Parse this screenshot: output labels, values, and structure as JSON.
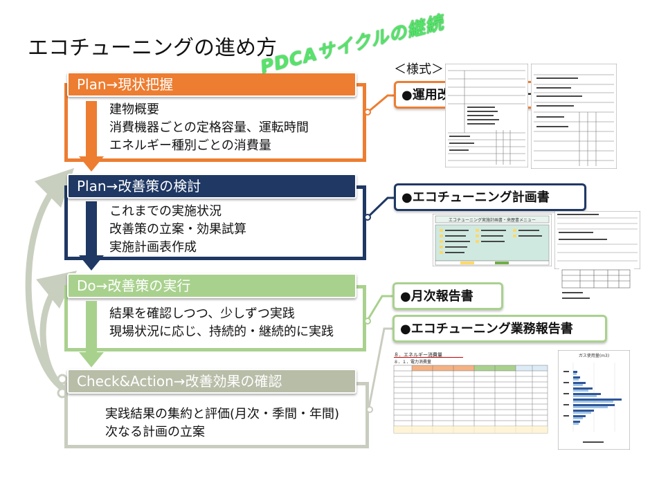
{
  "title": "エコチューニングの進め方",
  "cycle_label": "PDCAサイクルの継続",
  "forms_label": "＜様式＞",
  "colors": {
    "plan1": "#ed7d31",
    "plan2": "#1f3864",
    "do": "#a9d18e",
    "check": "#b8bda8",
    "cycle_arrow": "#c9cfbf"
  },
  "steps": [
    {
      "header": "Plan→現状把握",
      "lines": [
        "建物概要",
        "消費機器ごとの定格容量、運転時間",
        "エネルギー種別ごとの消費量"
      ]
    },
    {
      "header": "Plan→改善策の検討",
      "lines": [
        "これまでの実施状況",
        "改善策の立案・効果試算",
        "実施計画表作成"
      ]
    },
    {
      "header": "Do→改善策の実行",
      "lines": [
        "結果を確認しつつ、少しずつ実践",
        "現場状況に応じ、持続的・継続的に実践"
      ]
    },
    {
      "header": "Check&Action→改善効果の確認",
      "lines": [
        "実践結果の集約と評価(月次・季間・年間)",
        "次なる計画の立案"
      ]
    }
  ],
  "callouts": [
    {
      "label": "●運用改善チェックシート"
    },
    {
      "label": "●エコチューニング計画書"
    },
    {
      "label": "●月次報告書"
    },
    {
      "label": "●エコチューニング業務報告書"
    }
  ],
  "thumbnails": {
    "plan_sheet_title": "エコチューニング実施計画書・来歴書メニュー",
    "report_sheet_title": "８．エネルギー消費量",
    "report_sheet_subtitle": "８．１．電力消費量",
    "chart_title": "ガス使用量(m3)"
  }
}
